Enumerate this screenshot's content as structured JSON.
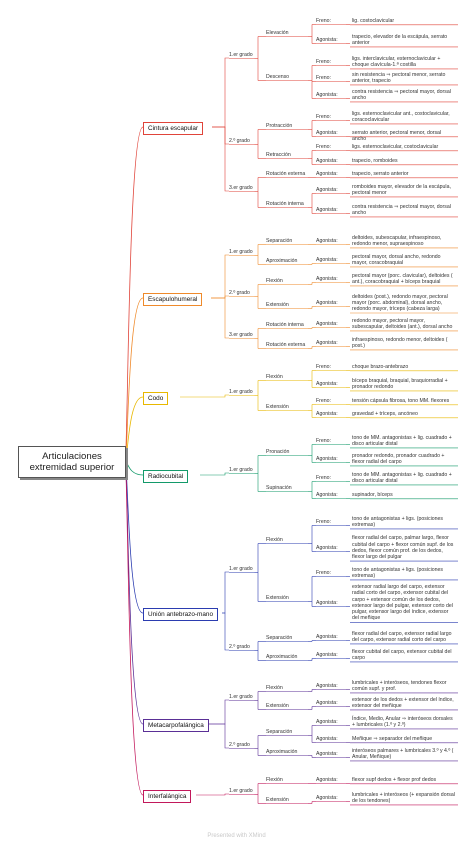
{
  "root": "Articulaciones extremidad superior",
  "watermark": "Presented with XMind",
  "labels": {
    "freno": "Freno:",
    "agonista": "Agonista:",
    "grado1": "1.er grado",
    "grado2": "2.º grado",
    "grado3": "3.er grado"
  },
  "colors": {
    "cintura": "#e0443a",
    "escapulohumeral": "#ef8a2b",
    "codo": "#e8b800",
    "radiocubital": "#139a6a",
    "union": "#2b3cb0",
    "metacarpo": "#5a2f96",
    "interfalangica": "#c2185b"
  },
  "cintura": {
    "label": "Cintura escapular",
    "elevacion": "Elevación",
    "elevacion_freno": "lig. costoclavicular",
    "elevacion_agonista": "trapecio, elevador de la escápula, serrato anterior",
    "descenso": "Descenso",
    "descenso_freno": "ligs. interclavicular, esternoclavicular + choque clavícula-1.ª costilla",
    "descenso_freno2": "sin resistencia ⇒ pectoral menor, serrato anterior, trapecio",
    "descenso_agonista": "contra resistencia ⇒ pectoral mayor, dorsal ancho",
    "protraccion": "Protracción",
    "protraccion_freno": "ligs. esternoclavicular ant., costoclavicular, coracoclavicular",
    "protraccion_agonista": "serrato anterior, pectoral menor, dorsal ancho",
    "retraccion": "Retracción",
    "retraccion_freno": "ligs. esternoclavicular, costoclavicular",
    "retraccion_agonista": "trapecio, romboides",
    "rot_ext": "Rotación externa",
    "rot_ext_agonista": "trapecio, serrato anterior",
    "rot_int": "Rotación interna",
    "rot_int_a1": "romboides mayor, elevador de la escápula, pectoral menor",
    "rot_int_a2": "contra resistencia ⇒ pectoral mayor, dorsal ancho"
  },
  "escapulohumeral": {
    "label": "Escapulohumeral",
    "separacion": "Separación",
    "separacion_agonista": "deltoides, subescapular, infraespinoso, redondo menor, supraespinoso",
    "aproximacion": "Aproximación",
    "aproximacion_agonista": "pectoral mayor, dorsal ancho, redondo mayor, coracobraquial",
    "flexion": "Flexión",
    "flexion_agonista": "pectoral mayor (porc. clavicular), deltoides ( ant.), coracobraquial + bíceps braquial",
    "extension": "Extensión",
    "extension_agonista": "deltoides (post.), redondo mayor, pectoral mayor (porc. abdominal), dorsal ancho, redondo mayor, tríceps (cabeza larga)",
    "rot_int": "Rotación interna",
    "rot_int_agonista": "redondo mayor, pectoral mayor, subescapular, deltoides (ant.), dorsal ancho",
    "rot_ext": "Rotación externa",
    "rot_ext_agonista": "infraespinoso, redondo menor, deltoides ( post.)"
  },
  "codo": {
    "label": "Codo",
    "flexion": "Flexión",
    "flexion_freno": "choque brazo-antebrazo",
    "flexion_agonista": "bíceps braquial, braquial, braquiorradial + pronador redondo",
    "extension": "Extensión",
    "extension_freno": "tensión cápsula fibrosa, tono MM. flexores",
    "extension_agonista": "gravedad + tríceps, ancóneo"
  },
  "radiocubital": {
    "label": "Radiocubital",
    "pronacion": "Pronación",
    "pronacion_freno": "tono de MM. antagonistas + lig. cuadrado + disco articular distal",
    "pronacion_agonista": "pronador redondo, pronador cuadrado + flexor radial del carpo",
    "supinacion": "Supinación",
    "supinacion_freno": "tono de MM. antagonistas + lig. cuadrado + disco articular distal",
    "supinacion_agonista": "supinador, bíceps"
  },
  "union": {
    "label": "Unión antebrazo-mano",
    "flexion": "Flexión",
    "flexion_freno": "tono de antagonistas + ligs. (posiciones extremas)",
    "flexion_agonista": "flexor radial del carpo, palmar largo, flexor cubital del carpo + flexor común supf. de los dedos, flexor común prof. de los dedos, flexor largo del pulgar",
    "extension": "Extensión",
    "extension_freno": "tono de antagonistas + ligs. (posiciones extremas)",
    "extension_agonista": "extensor radial largo del carpo, extensor radial corto del carpo, extensor cubital del carpo + extensor común de los dedos, extensor largo del pulgar, extensor corto del pulgar, extensor largo del índice, extensor del meñique",
    "separacion": "Separación",
    "separacion_agonista": "flexor radial del carpo, extensor radial largo del carpo, extensor radial corto del carpo",
    "aproximacion": "Aproximación",
    "aproximacion_agonista": "flexor cubital del carpo, extensor cubital del carpo"
  },
  "metacarpo": {
    "label": "Metacarpofalángica",
    "flexion": "Flexión",
    "flexion_agonista": "lumbricales + interóseos, tendones flexor común supf. y prof.",
    "extension": "Extensión",
    "extension_agonista": "extensor de los dedos + extensor del índice, extensor del meñique",
    "separacion": "Separación",
    "separacion_a1": "Índice, Medio, Anular ⇒ interóseos dorsales + lumbricales (1.º y 2.º)",
    "separacion_a2": "Meñique ⇒ separador del meñique",
    "aproximacion": "Aproximación",
    "aproximacion_agonista": "interóseos palmares + lumbricales 3.º y 4.º ( Anular, Meñique)"
  },
  "interfalangica": {
    "label": "Interfalángica",
    "flexion": "Flexión",
    "flexion_agonista": "flexor supf dedos + flexor prof dedos",
    "extension": "Extensión",
    "extension_agonista": "lumbricales + interóseos (+ expansión dorsal de los tendones)"
  }
}
